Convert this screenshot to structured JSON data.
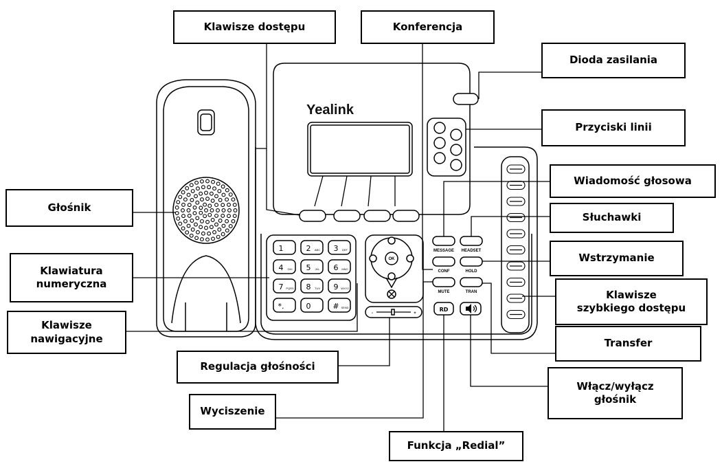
{
  "labels": {
    "access_keys": "Klawisze dostępu",
    "conference": "Konferencja",
    "power_led": "Dioda zasilania",
    "line_keys": "Przyciski linii",
    "voicemail": "Wiadomość głosowa",
    "headset": "Słuchawki",
    "hold": "Wstrzymanie",
    "speed_dial": "Klawisze\nszybkiego dostępu",
    "transfer": "Transfer",
    "speakerphone": "Włącz/wyłącz\ngłośnik",
    "redial": "Funkcja „Redial”",
    "mute": "Wyciszenie",
    "volume": "Regulacja głośności",
    "navigation": "Klawisze\nnawigacyjne",
    "keypad": "Klawiatura\nnumeryczna",
    "speaker": "Głośnik"
  },
  "phone": {
    "brand": "Yealink",
    "keypad": [
      {
        "main": "1",
        "sub": ""
      },
      {
        "main": "2",
        "sub": "ABC"
      },
      {
        "main": "3",
        "sub": "DEF"
      },
      {
        "main": "4",
        "sub": "GHI"
      },
      {
        "main": "5",
        "sub": "JKL"
      },
      {
        "main": "6",
        "sub": "MNO"
      },
      {
        "main": "7",
        "sub": "PQRS"
      },
      {
        "main": "8",
        "sub": "TUV"
      },
      {
        "main": "9",
        "sub": "WXYZ"
      },
      {
        "main": "*.",
        "sub": ""
      },
      {
        "main": "0",
        "sub": ""
      },
      {
        "main": "#",
        "sub": "SEND"
      }
    ],
    "func_keys": {
      "message": "MESSAGE",
      "headset": "HEADSET",
      "conf": "CONF",
      "hold": "HOLD",
      "mute": "MUTE",
      "tran": "TRAN"
    },
    "redial_key": "RD",
    "ok_key": "OK",
    "volume_minus": "-",
    "volume_plus": "+"
  }
}
